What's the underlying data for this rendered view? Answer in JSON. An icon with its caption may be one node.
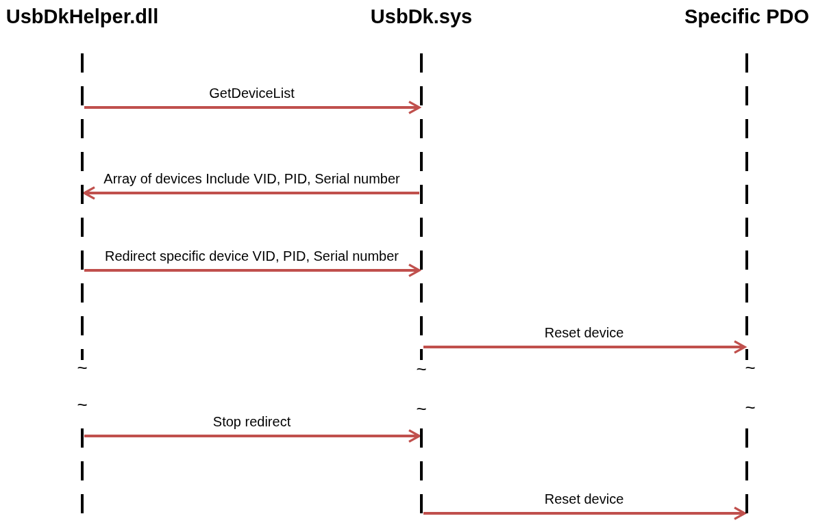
{
  "diagram": {
    "nodes": [
      {
        "text": [
          "UsbDkHelper.dll"
        ]
      },
      {
        "text": [
          "UsbDk.sys"
        ]
      },
      {
        "text": [
          "Specific PDO"
        ]
      }
    ],
    "edges": [
      {
        "from": 0,
        "to": 1,
        "arrow": "to",
        "label": "GetDeviceList"
      },
      {
        "from": 1,
        "to": 0,
        "arrow": "to",
        "label": "Array of devices Include VID, PID, Serial number"
      },
      {
        "from": 0,
        "to": 1,
        "arrow": "to",
        "label": "Redirect specific device VID, PID, Serial number"
      },
      {
        "from": 1,
        "to": 2,
        "arrow": "to",
        "label": "Reset device"
      },
      {
        "from": 0,
        "to": 1,
        "arrow": "to",
        "label": "Stop redirect"
      },
      {
        "from": 1,
        "to": 2,
        "arrow": "to",
        "label": "Reset device"
      }
    ],
    "labels": [
      "~",
      "~",
      "~",
      "~",
      "~",
      "~"
    ]
  }
}
